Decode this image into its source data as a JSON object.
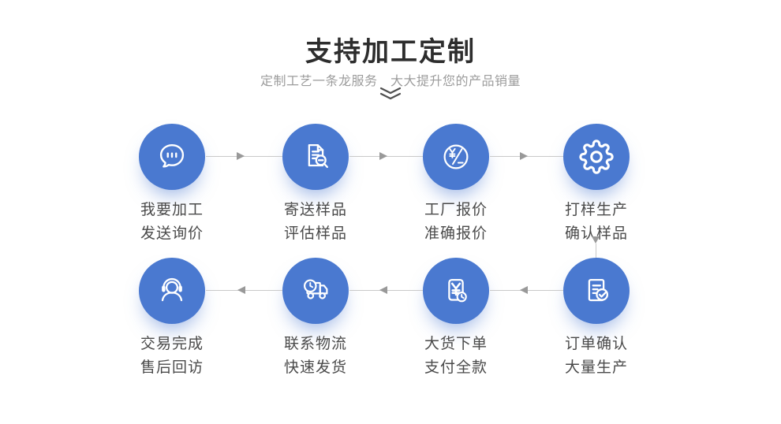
{
  "header": {
    "title": "支持加工定制",
    "subtitle": "定制工艺一条龙服务　大大提升您的产品销量",
    "scroll_hint_icon": "double-chevron-down-icon"
  },
  "colors": {
    "accent_blue": "#4a79d0",
    "title_text": "#2d2d2d",
    "subtitle_text": "#9c9c9c",
    "step_label_text": "#4a4a4a",
    "connector_line": "#c9c9c9",
    "arrow_head": "#999999",
    "icon_stroke": "#ffffff",
    "background": "#ffffff"
  },
  "steps": [
    {
      "order": 1,
      "icon": "chat-bubble-icon",
      "label_line1": "我要加工",
      "label_line2": "发送询价"
    },
    {
      "order": 2,
      "icon": "document-magnifier-icon",
      "label_line1": "寄送样品",
      "label_line2": "评估样品"
    },
    {
      "order": 3,
      "icon": "price-rate-icon",
      "label_line1": "工厂报价",
      "label_line2": "准确报价"
    },
    {
      "order": 4,
      "icon": "gear-icon",
      "label_line1": "打样生产",
      "label_line2": "确认样品"
    },
    {
      "order": 5,
      "icon": "order-check-icon",
      "label_line1": "订单确认",
      "label_line2": "大量生产"
    },
    {
      "order": 6,
      "icon": "payment-clock-icon",
      "label_line1": "大货下单",
      "label_line2": "支付全款"
    },
    {
      "order": 7,
      "icon": "delivery-truck-icon",
      "label_line1": "联系物流",
      "label_line2": "快速发货"
    },
    {
      "order": 8,
      "icon": "customer-service-icon",
      "label_line1": "交易完成",
      "label_line2": "售后回访"
    }
  ],
  "flow": {
    "row1_direction": "left-to-right",
    "turn": "down-after-step-4",
    "row2_direction": "right-to-left"
  }
}
